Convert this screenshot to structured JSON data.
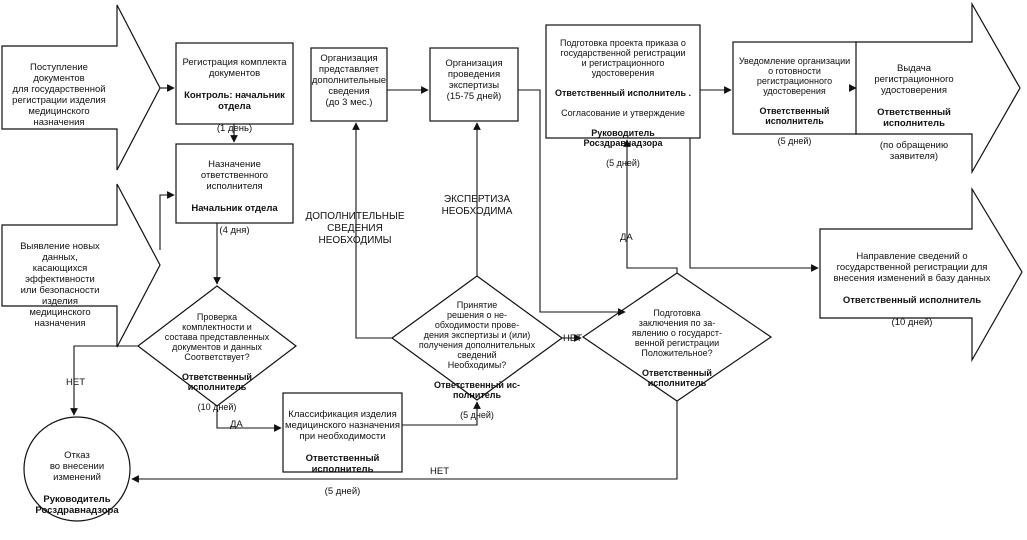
{
  "nodes": {
    "receipt": {
      "text": "Поступление документов\nдля государственной\nрегистрации изделия\nмедицинского назначения"
    },
    "new_data": {
      "text": "Выявление новых данных,\nкасающихся эффективности\nили безопасности изделия\nмедицинского назначения"
    },
    "registration": {
      "text1": "Регистрация комплекта\nдокументов",
      "bold": "Контроль: начальник\nотдела",
      "text2": "(1 день)"
    },
    "assign": {
      "text1": "Назначение\nответственного\nисполнителя",
      "bold": "Начальник отдела",
      "text2": "(4 дня)"
    },
    "check": {
      "text1": "Проверка\nкомплектности и\nсостава представленных\nдокументов  и данных\nСоответствует?",
      "bold": "Ответственный\nисполнитель",
      "text2": "(10 дней)"
    },
    "refusal": {
      "text1": "Отказ\nво внесении\nизменений",
      "bold": "Руководитель\nРосздравнадзора"
    },
    "classify": {
      "text1": "Классификация изделия\nмедицинского назначения\nпри необходимости",
      "bold": "Ответственный\nисполнитель",
      "text2": "(5 дней)"
    },
    "additional": {
      "text": "Организация\nпредставляет\nдополнительные\nсведения\n(до 3 мес.)"
    },
    "expertise": {
      "text": "Организация\nпроведения\nэкспертизы\n(15-75 дней)"
    },
    "decision": {
      "text1": "Принятие\nрешения о не-\nобходимости прове-\nдения экспертизы и (или)\nполучения дополнительных\nсведений\nНеобходимы?",
      "bold": "Ответственный ис-\nполнитель",
      "text2": "(5 дней)"
    },
    "conclusion": {
      "text1": "Подготовка\nзаключения по за-\nявлению о государст-\nвенной регистрации\nПоложительное?",
      "bold": "Ответственный\nисполнитель"
    },
    "order": {
      "text1": "Подготовка проекта приказа о\nгосударственной регистрации\nи регистрационного\nудостоверения",
      "bold1": "Ответственный исполнитель .",
      "text2": "Согласование и утверждение",
      "bold2": "Руководитель\nРосздравнадзора",
      "text3": "(5   дней)"
    },
    "notify": {
      "text1": "Уведомление организации\nо готовности\nрегистрационного\nудостоверения",
      "bold": "Ответственный\nисполнитель",
      "text2": "(5 дней)"
    },
    "issue": {
      "text1": "Выдача регистрационного\nудостоверения",
      "bold": "Ответственный исполнитель",
      "text2": "(по обращению заявителя)"
    },
    "send": {
      "text1": "Направление сведений о\nгосударственной регистрации для\nвнесения изменений в базу данных",
      "bold": "Ответственный исполнитель",
      "text2": "(10 дней)"
    }
  },
  "edge_labels": {
    "no_left": "НЕТ",
    "yes_check": "ДА",
    "no_bottom": "НЕТ",
    "no_decision": "НЕТ",
    "yes_conclusion": "ДА",
    "additional_needed": "ДОПОЛНИТЕЛЬНЫЕ\nСВЕДЕНИЯ\nНЕОБХОДИМЫ",
    "expertise_needed": "ЭКСПЕРТИЗА\nНЕОБХОДИМА"
  },
  "colors": {
    "stroke": "#111111",
    "fill": "#ffffff"
  }
}
